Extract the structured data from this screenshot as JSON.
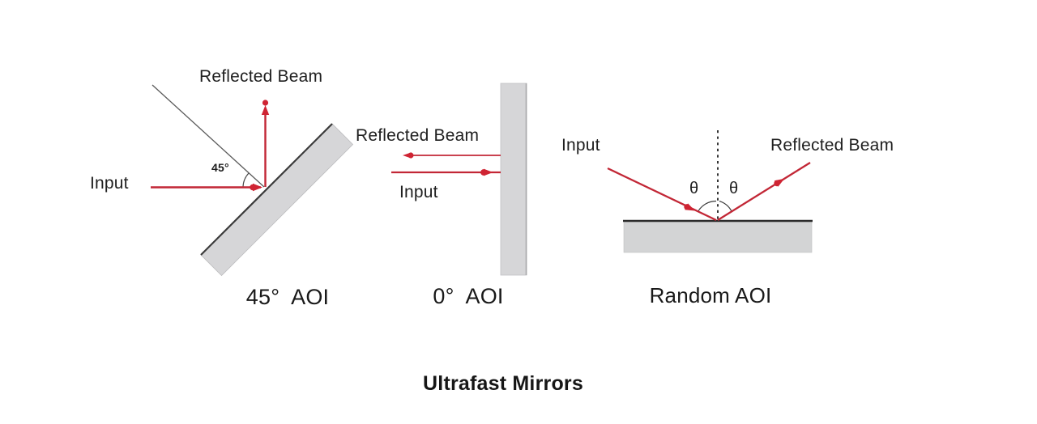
{
  "title": "Ultrafast Mirrors",
  "colors": {
    "beam_red": "#c22736",
    "beam_dot_red": "#cf2433",
    "mirror_fill": "#d6d6d8",
    "mirror_edge_dark": "#3a3a3a",
    "normal_line_gray": "#5a5a5a",
    "text": "#1f1f1f",
    "background": "#ffffff"
  },
  "panels": [
    {
      "name": "45-degree-aoi",
      "caption": "45°  AOI",
      "labels": {
        "reflected": "Reflected Beam",
        "input": "Input",
        "angle": "45°"
      }
    },
    {
      "name": "0-degree-aoi",
      "caption": "0°  AOI",
      "labels": {
        "reflected": "Reflected Beam",
        "input": "Input"
      }
    },
    {
      "name": "random-aoi",
      "caption": "Random AOI",
      "labels": {
        "input": "Input",
        "reflected": "Reflected Beam",
        "theta_left": "θ",
        "theta_right": "θ"
      }
    }
  ]
}
